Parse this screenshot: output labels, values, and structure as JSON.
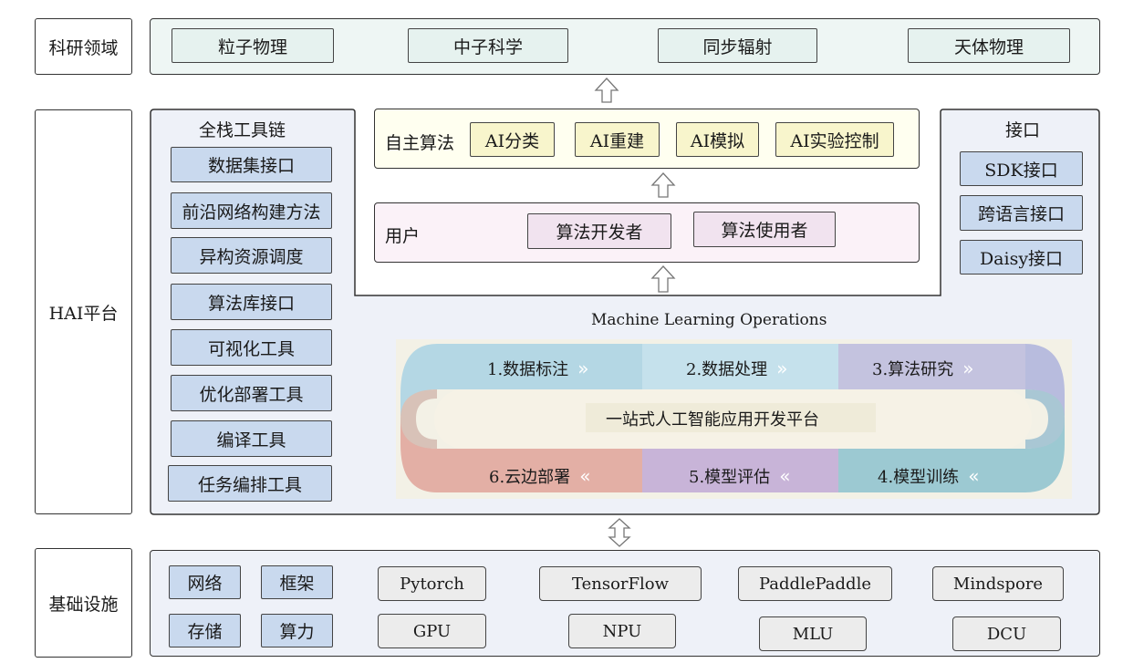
{
  "rows": {
    "research": {
      "label": "科研领域",
      "items": [
        "粒子物理",
        "中子科学",
        "同步辐射",
        "天体物理"
      ]
    },
    "platform": {
      "label": "HAI平台",
      "toolchain": {
        "title": "全栈工具链",
        "items": [
          "数据集接口",
          "前沿网络构建方法",
          "异构资源调度",
          "算法库接口",
          "可视化工具",
          "优化部署工具",
          "编译工具",
          "任务编排工具"
        ]
      },
      "algorithms": {
        "label": "自主算法",
        "items": [
          "AI分类",
          "AI重建",
          "AI模拟",
          "AI实验控制"
        ]
      },
      "users": {
        "label": "用户",
        "items": [
          "算法开发者",
          "算法使用者"
        ]
      },
      "interfaces": {
        "title": "接口",
        "items": [
          "SDK接口",
          "跨语言接口",
          "Daisy接口"
        ]
      },
      "mlops": {
        "title": "Machine Learning Operations",
        "center": "一站式人工智能应用开发平台",
        "steps": [
          "1.数据标注",
          "2.数据处理",
          "3.算法研究",
          "4.模型训练",
          "5.模型评估",
          "6.云边部署"
        ]
      }
    },
    "infrastructure": {
      "label": "基础设施",
      "basics": [
        "网络",
        "框架",
        "存储",
        "算力"
      ],
      "frameworks": [
        "Pytorch",
        "TensorFlow",
        "PaddlePaddle",
        "Mindspore"
      ],
      "hardware": [
        "GPU",
        "NPU",
        "MLU",
        "DCU"
      ]
    }
  },
  "colors": {
    "research_band": "#eef6f4",
    "platform_band": "#eef1f8",
    "toolchain_box": "#c9d9ee",
    "algo_band": "#fffff0",
    "user_band": "#fbf2f8",
    "ring_blue": "#b4d7e4",
    "ring_purple": "#c4c3df",
    "ring_teal": "#9cc9d2",
    "ring_pink": "#e3afa5"
  }
}
